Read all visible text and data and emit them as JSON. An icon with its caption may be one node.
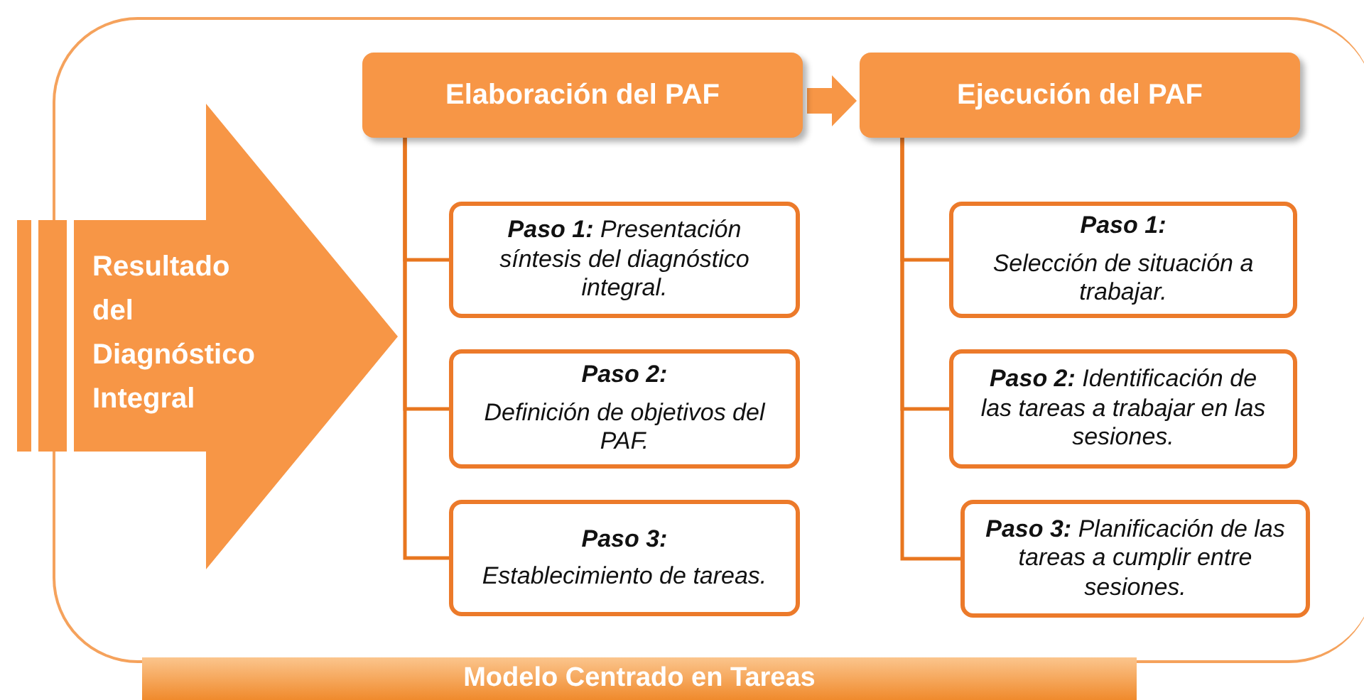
{
  "diagram": {
    "nodes": [
      {
        "text": [],
        "shape": "box"
      },
      {
        "text": [
          "Resultado del Diagnóstico Integral"
        ]
      },
      {
        "text": [
          "Elaboración del PAF"
        ],
        "in": 0
      },
      {
        "text": [
          "Ejecución del PAF"
        ],
        "in": 0
      },
      {
        "text": [
          "**Paso 1:** Presentación síntesis del diagnóstico integral."
        ],
        "in": 0
      },
      {
        "text": [
          "Paso 2:",
          "Definición de objetivos del PAF."
        ],
        "in": 0
      },
      {
        "text": [
          "Paso 3:",
          "Establecimiento de tareas."
        ],
        "in": 0
      },
      {
        "text": [
          "**Paso 1**:",
          "Selección de situación a trabajar."
        ],
        "in": 0
      },
      {
        "text": [
          "**Paso 2:** Identificación de las tareas a trabajar en las sesiones."
        ],
        "in": 0
      },
      {
        "text": [
          "**Paso 3:** Planificación de las tareas a cumplir entre sesiones."
        ],
        "in": 0
      },
      {
        "text": [
          "Modelo Centrado en Tareas"
        ]
      }
    ],
    "edges": [
      {
        "from": 2,
        "to": 3,
        "arrow": "to"
      },
      {
        "from": 2,
        "to": 4,
        "arrow": "none"
      },
      {
        "from": 2,
        "to": 5,
        "arrow": "none"
      },
      {
        "from": 2,
        "to": 6,
        "arrow": "none"
      },
      {
        "from": 3,
        "to": 7,
        "arrow": "none"
      },
      {
        "from": 3,
        "to": 8,
        "arrow": "none"
      },
      {
        "from": 3,
        "to": 9,
        "arrow": "none"
      }
    ]
  }
}
